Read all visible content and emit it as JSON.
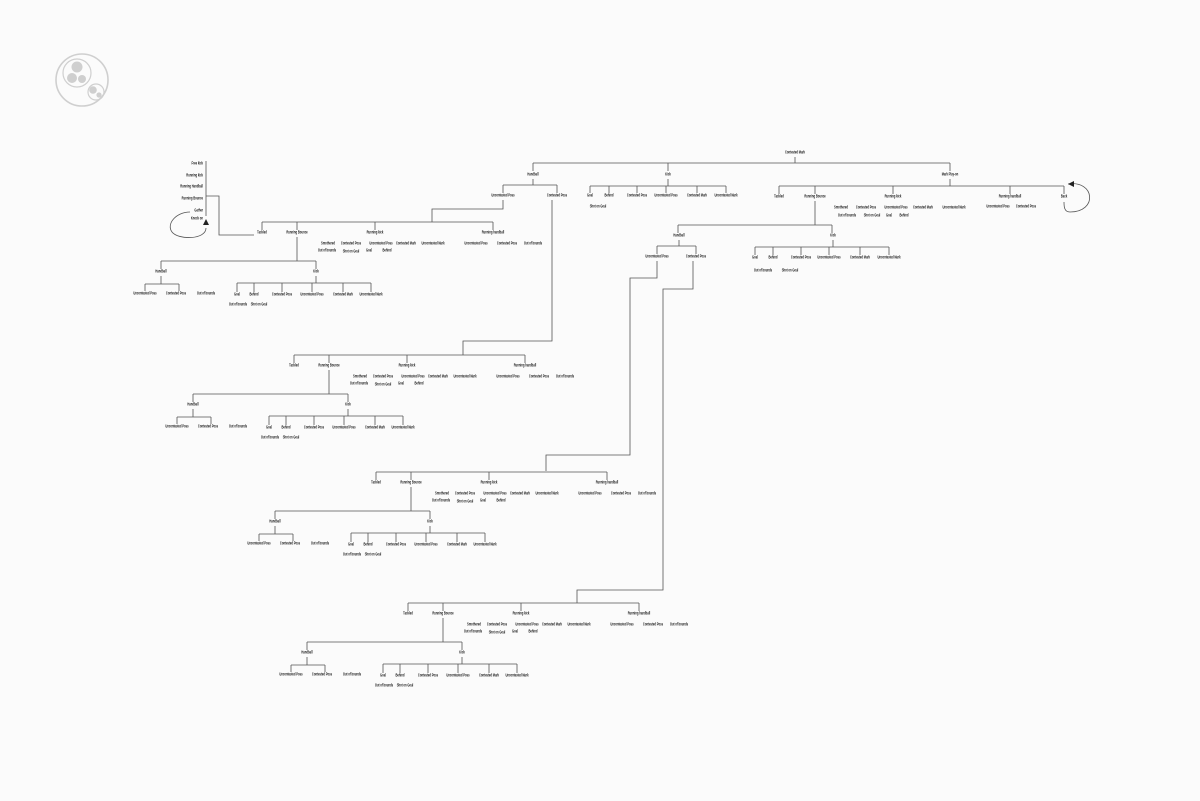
{
  "root": "Contested Mark",
  "top": {
    "handball": {
      "label": "Handball",
      "children": [
        "Uncontested Poss",
        "Contested Poss"
      ]
    },
    "kick": {
      "label": "Kick",
      "children": [
        "Goal",
        "Behind",
        "Contested Poss",
        "Uncontested Poss",
        "Contested Mark",
        "Uncontested Mark",
        "Shot on Goal"
      ]
    },
    "mark_play_on": {
      "label": "Mark Play-on",
      "children": [
        "Tackled",
        "Running Bounce",
        "Running kick",
        "Running handball",
        "Back"
      ],
      "running_kick": [
        "Smothered",
        "Contested Poss",
        "Uncontested Poss",
        "Contested Mark",
        "Uncontested Mark",
        "Out of bounds",
        "Shot on Goal",
        "Goal",
        "Behind"
      ],
      "running_handball": [
        "Uncontested Poss",
        "Contested Poss"
      ],
      "running_bounce": {
        "handball": {
          "label": "Handball",
          "children": [
            "Uncontested Poss",
            "Contested Poss"
          ]
        },
        "kick": {
          "label": "Kick",
          "children": [
            "Goal",
            "Behind",
            "Contested Poss",
            "Uncontested Poss",
            "Contested Mark",
            "Uncontested Mark",
            "Out of bounds",
            "Shot on Goal"
          ]
        }
      }
    }
  },
  "entry_list": [
    "Free kick",
    "Running kick",
    "Running Handball",
    "Running Bounce",
    "Gather",
    "Knock on"
  ],
  "blocks": [
    {
      "labels": [
        "Tackled",
        "Running Bounce",
        "Running kick",
        "Running handball",
        "Smothered",
        "Contested Poss",
        "Uncontested Poss",
        "Contested Mark",
        "Uncontested Mark",
        "Out of bounds",
        "Shot on Goal",
        "Goal",
        "Behind",
        "Uncontested Poss",
        "Contested Poss",
        "Out of bounds",
        "Handball",
        "Kick",
        "Uncontested Poss",
        "Contested Poss",
        "Out of bounds",
        "Goal",
        "Behind",
        "Contested Poss",
        "Uncontested Poss",
        "Contested Mark",
        "Uncontested Mark",
        "Out of bounds",
        "Shot on Goal"
      ]
    },
    {
      "labels": [
        "Tackled",
        "Running Bounce",
        "Running kick",
        "Running handball",
        "Smothered",
        "Contested Poss",
        "Uncontested Poss",
        "Contested Mark",
        "Uncontested Mark",
        "Out of bounds",
        "Shot on Goal",
        "Goal",
        "Behind",
        "Uncontested Poss",
        "Contested Poss",
        "Out of bounds",
        "Handball",
        "Kick",
        "Uncontested Poss",
        "Contested Poss",
        "Out of bounds",
        "Goal",
        "Behind",
        "Contested Poss",
        "Uncontested Poss",
        "Contested Mark",
        "Uncontested Mark",
        "Out of bounds",
        "Shot on Goal"
      ]
    },
    {
      "labels": [
        "Tackled",
        "Running Bounce",
        "Running kick",
        "Running handball",
        "Smothered",
        "Contested Poss",
        "Uncontested Poss",
        "Contested Mark",
        "Uncontested Mark",
        "Out of bounds",
        "Shot on Goal",
        "Goal",
        "Behind",
        "Uncontested Poss",
        "Contested Poss",
        "Out of bounds",
        "Handball",
        "Kick",
        "Uncontested Poss",
        "Contested Poss",
        "Out of bounds",
        "Goal",
        "Behind",
        "Contested Poss",
        "Uncontested Poss",
        "Contested Mark",
        "Uncontested Mark",
        "Out of bounds",
        "Shot on Goal"
      ]
    },
    {
      "labels": [
        "Tackled",
        "Running Bounce",
        "Running kick",
        "Running handball",
        "Smothered",
        "Contested Poss",
        "Uncontested Poss",
        "Contested Mark",
        "Uncontested Mark",
        "Out of bounds",
        "Shot on Goal",
        "Goal",
        "Behind",
        "Uncontested Poss",
        "Contested Poss",
        "Out of bounds",
        "Handball",
        "Kick",
        "Uncontested Poss",
        "Contested Poss",
        "Out of bounds",
        "Goal",
        "Behind",
        "Contested Poss",
        "Uncontested Poss",
        "Contested Mark",
        "Uncontested Mark",
        "Out of bounds",
        "Shot on Goal"
      ]
    }
  ],
  "colors": {
    "line": "#555555",
    "text": "#222222",
    "logo": "#cfcfcf"
  }
}
